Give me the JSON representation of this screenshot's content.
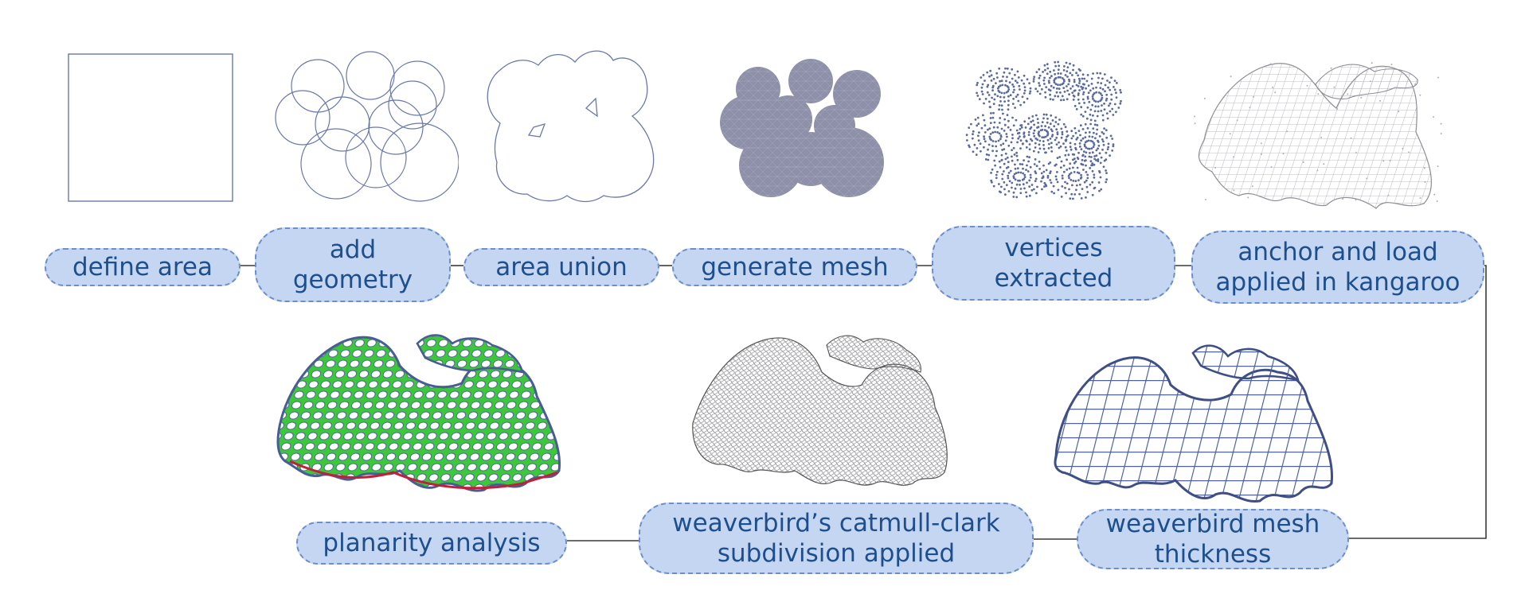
{
  "colors": {
    "pill_fill": "#c5d6f3",
    "pill_border": "#6d8fc7",
    "pill_text": "#1e4f8d",
    "geometry_stroke": "#6a78a8",
    "mesh_fill": "#8d90a8",
    "mesh_blue": "#4a5c94",
    "analysis_green": "#3cc83a",
    "analysis_red": "#c0203a",
    "connector": "#3a3a3a"
  },
  "steps": [
    {
      "id": "define-area",
      "label": "define area",
      "icon": "square-outline"
    },
    {
      "id": "add-geometry",
      "label": "add\ngeometry",
      "icon": "overlapping-circles"
    },
    {
      "id": "area-union",
      "label": "area union",
      "icon": "union-outline"
    },
    {
      "id": "generate-mesh",
      "label": "generate mesh",
      "icon": "filled-mesh-circles"
    },
    {
      "id": "vertices-extracted",
      "label": "vertices\nextracted",
      "icon": "vertex-dot-cloud"
    },
    {
      "id": "anchor-and-load",
      "label": "anchor and load\napplied in kangaroo",
      "icon": "wireframe-shell"
    },
    {
      "id": "weaverbird-mesh-thickness",
      "label": "weaverbird mesh\nthickness",
      "icon": "thick-blue-grid-shell"
    },
    {
      "id": "catmull-clark",
      "label": "weaverbird’s catmull-clark\nsubdivision applied",
      "icon": "fine-wireframe-shell"
    },
    {
      "id": "planarity-analysis",
      "label": "planarity analysis",
      "icon": "planarity-colored-shell"
    }
  ]
}
